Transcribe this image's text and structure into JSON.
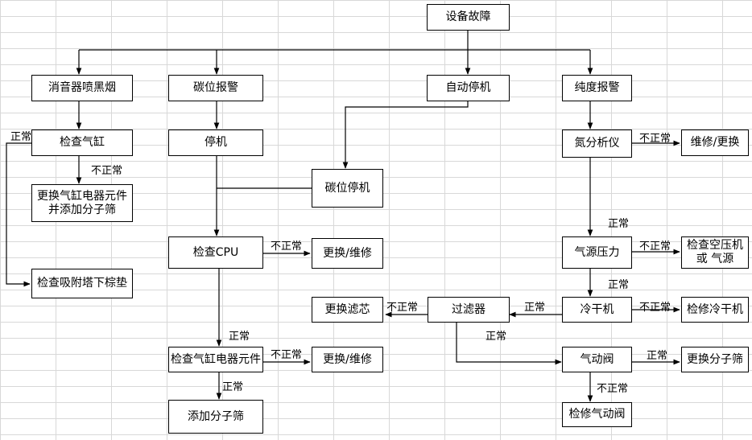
{
  "nodes": {
    "root": "设备故障",
    "muffler_smoke": "消音器喷黑烟",
    "carbon_alarm": "碳位报警",
    "auto_stop": "自动停机",
    "purity_alarm": "纯度报警",
    "check_cylinder": "检查气缸",
    "replace_cylinder_parts": "更换气缸电器元件\n并添加分子筛",
    "check_tower_pad": "检查吸附塔下棕垫",
    "stop": "停机",
    "carbon_stop": "碳位停机",
    "check_cpu": "检查CPU",
    "replace_repair_1": "更换/维修",
    "check_cylinder_elec": "检查气缸电器元件",
    "replace_repair_2": "更换/维修",
    "add_sieve": "添加分子筛",
    "nitrogen_analyzer": "氮分析仪",
    "repair_replace": "维修/更换",
    "air_pressure": "气源压力",
    "check_compressor": "检查空压机\n或 气源",
    "dryer": "冷干机",
    "repair_dryer": "检修冷干机",
    "filter": "过滤器",
    "replace_filter": "更换滤芯",
    "pneumatic_valve": "气动阀",
    "replace_sieve": "更换分子筛",
    "repair_valve": "检修气动阀"
  },
  "edge_labels": {
    "normal": "正常",
    "abnormal": "不正常"
  }
}
